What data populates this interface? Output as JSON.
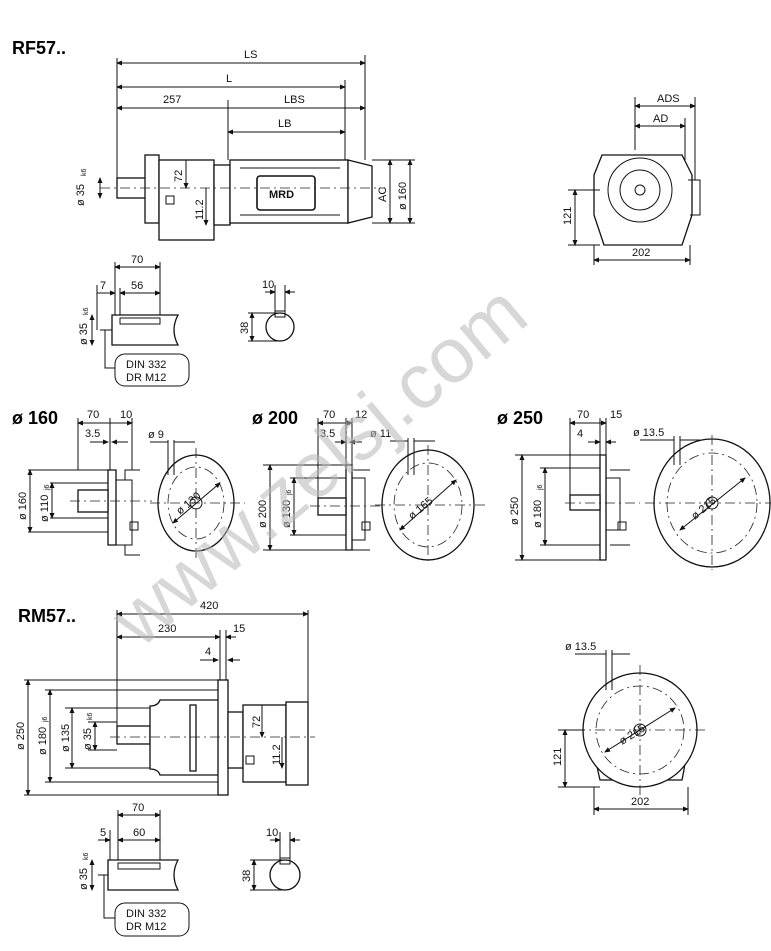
{
  "watermark": "www.zelsj.com",
  "rf57": {
    "title": "RF57..",
    "dims": {
      "LS": "LS",
      "L": "L",
      "d257": "257",
      "LBS": "LBS",
      "LB": "LB",
      "shaft": "ø 35",
      "shaft_tol": "k6",
      "d72": "72",
      "d112": "11.2",
      "motor_label": "MRD",
      "AC": "AC",
      "d160": "ø 160"
    },
    "side": {
      "ADS": "ADS",
      "AD": "AD",
      "d121": "121",
      "d202": "202"
    },
    "shaft_detail": {
      "d70": "70",
      "d7": "7",
      "d56": "56",
      "shaft": "ø 35",
      "shaft_tol": "k6",
      "din1": "DIN 332",
      "din2": "DR M12"
    },
    "key": {
      "d10": "10",
      "d38": "38"
    }
  },
  "flanges": [
    {
      "title": "ø 160",
      "d70": "70",
      "d_right": "10",
      "d_step": "3.5",
      "hole": "ø 9",
      "outer": "ø 160",
      "spigot": "ø 110",
      "spigot_tol": "j6",
      "pcd": "ø 130"
    },
    {
      "title": "ø 200",
      "d70": "70",
      "d_right": "12",
      "d_step": "3.5",
      "hole": "ø 11",
      "outer": "ø 200",
      "spigot": "ø 130",
      "spigot_tol": "j6",
      "pcd": "ø 165"
    },
    {
      "title": "ø 250",
      "d70": "70",
      "d_right": "15",
      "d_step": "4",
      "hole": "ø 13.5",
      "outer": "ø 250",
      "spigot": "ø 180",
      "spigot_tol": "j6",
      "pcd": "ø 215"
    }
  ],
  "rm57": {
    "title": "RM57..",
    "dims": {
      "d420": "420",
      "d230": "230",
      "d15": "15",
      "d4": "4",
      "outer": "ø 250",
      "spigot": "ø 180",
      "spigot_tol": "j6",
      "d135": "ø 135",
      "shaft": "ø 35",
      "shaft_tol": "k6",
      "d72": "72",
      "d112": "11.2"
    },
    "side": {
      "hole": "ø 13.5",
      "pcd": "ø 215",
      "d121": "121",
      "d202": "202"
    },
    "shaft_detail": {
      "d70": "70",
      "d5": "5",
      "d60": "60",
      "shaft": "ø 35",
      "shaft_tol": "k6",
      "din1": "DIN 332",
      "din2": "DR M12"
    },
    "key": {
      "d10": "10",
      "d38": "38"
    }
  }
}
